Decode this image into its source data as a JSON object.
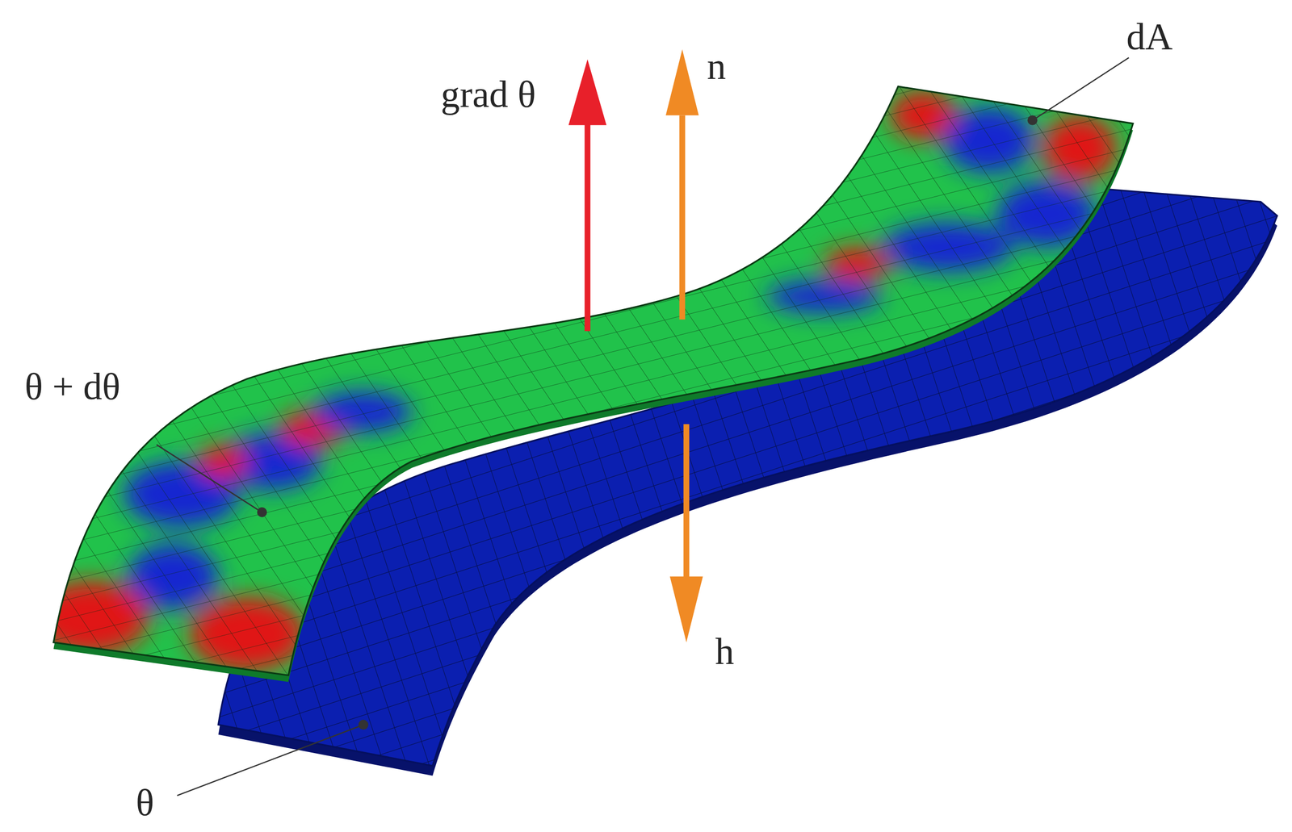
{
  "diagram": {
    "labels": [
      "grad θ",
      "n",
      "dA",
      "θ + dθ",
      "h",
      "θ"
    ]
  }
}
